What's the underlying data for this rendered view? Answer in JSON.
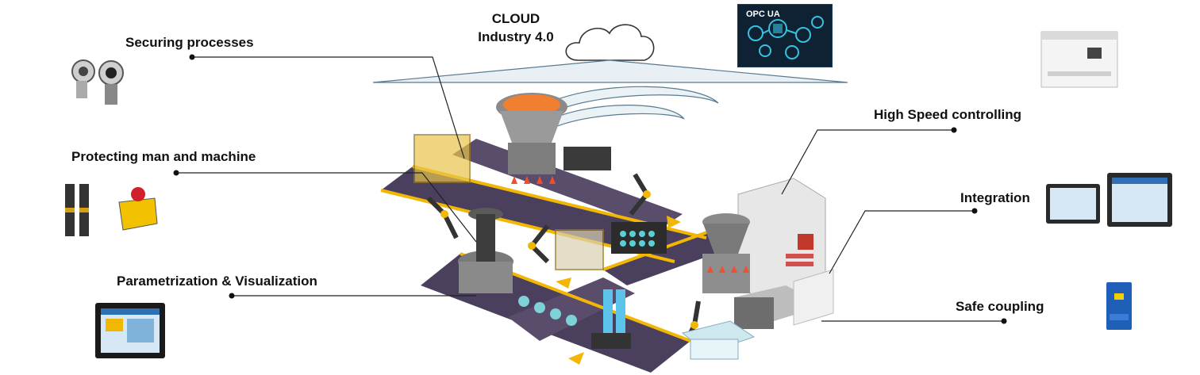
{
  "cloud": {
    "line1": "CLOUD",
    "line2": "Industry 4.0"
  },
  "opc_panel": {
    "text": "OPC UA"
  },
  "callouts": {
    "securing": "Securing processes",
    "protecting": "Protecting man and machine",
    "parametrization": "Parametrization & Visualization",
    "high_speed": "High Speed controlling",
    "integration": "Integration",
    "safe_coupling": "Safe coupling"
  },
  "colors": {
    "belt": "#4a3f5c",
    "stripe": "#f2b705",
    "silver": "#9a9a9a",
    "cloud_fill": "#e8f0f5",
    "cloud_stroke": "#5a7a8f",
    "opc_bg": "#0e2233",
    "opc_accent": "#39c1e0"
  }
}
